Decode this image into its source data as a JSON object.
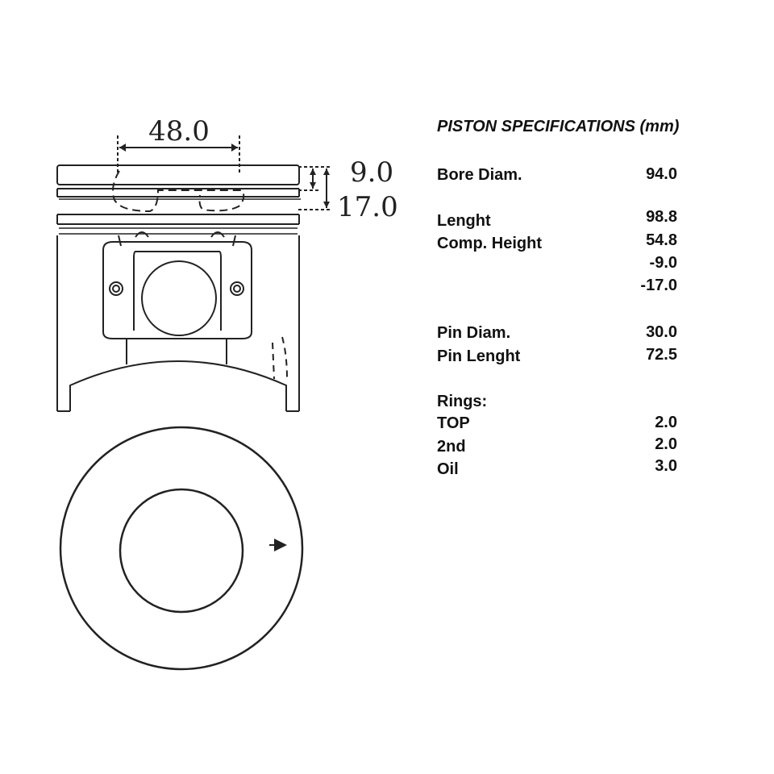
{
  "diagram": {
    "dim_top_width": "48.0",
    "dim_ring1": "9.0",
    "dim_ring2": "17.0"
  },
  "specs": {
    "title": "PISTON SPECIFICATIONS (mm)",
    "rows": [
      {
        "label": "Bore Diam.",
        "value": "94.0"
      },
      {
        "label": "Lenght",
        "value": "98.8"
      },
      {
        "label": "Comp. Height",
        "value": "54.8"
      },
      {
        "label": "",
        "value": "-9.0"
      },
      {
        "label": "",
        "value": "-17.0"
      },
      {
        "label": "Pin Diam.",
        "value": "30.0"
      },
      {
        "label": "Pin Lenght",
        "value": "72.5"
      },
      {
        "label": "Rings:",
        "value": ""
      },
      {
        "label": "TOP",
        "value": "2.0"
      },
      {
        "label": "2nd",
        "value": "2.0"
      },
      {
        "label": "Oil",
        "value": "3.0"
      }
    ]
  }
}
